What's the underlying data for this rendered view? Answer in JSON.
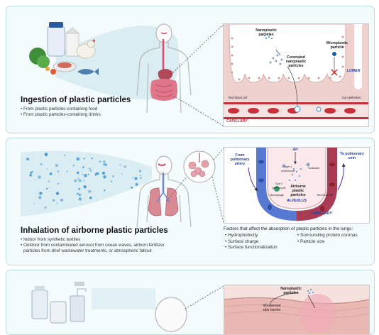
{
  "panels": [
    {
      "title": "Ingestion of plastic particles",
      "bullets": [
        "From plastic particles-containing food",
        "From plastic particles-containing drinks"
      ],
      "labels": {
        "nanoplastic": "Nanoplastic particles",
        "microplastic": "Microplastic particle",
        "coronated": "Coronated nanoplastic particles",
        "lumen": "LUMEN",
        "red_blood_cell": "Red blood cell",
        "gut_epithelium": "Gut epithelium",
        "capillary": "CAPILLARY"
      }
    },
    {
      "title": "Inhalation of airborne plastic particles",
      "bullets": [
        "Indoor from synthetic textiles",
        "Outdoor from contaminated aerosol from ocean waves, airborn fertilizer",
        "particles from drief wastewater treatments, or atmospheric fallout"
      ],
      "labels": {
        "from_artery": "From pulmonary artery",
        "to_vein": "To pulmonary vein",
        "air": "Air",
        "airborne": "Airborne plastic particles",
        "alveolus": "ALVEOLUS",
        "capillary": "CAPILLARY",
        "type1": "Type 1 pneumocyte",
        "type2": "Type 2 pneumocyte",
        "surfactant": "Surfactant",
        "macrophage": "Macrophage",
        "red_blood_cell": "Red blood cell"
      },
      "factors_title": "Factors that affect the absorption of plastic particles in the lungs:",
      "factors_left": [
        "Hydrophobicity",
        "Surface charge",
        "Surface functionalization"
      ],
      "factors_right": [
        "Surrounding protein coronas",
        "Particle size"
      ]
    },
    {
      "labels": {
        "nanoplastic": "Nanoplastic particles",
        "weakened": "Weakened skin barrier"
      }
    }
  ],
  "colors": {
    "panel_border": "#b9dbe2",
    "panel_bg": "#f4fbfc",
    "spotlight": "#d6ebf1",
    "vessel_red": "#c8313b",
    "particle_blue": "#3a8fd0",
    "epithelium": "#e9c3c0",
    "capillary_blue": "#3d63c4"
  }
}
